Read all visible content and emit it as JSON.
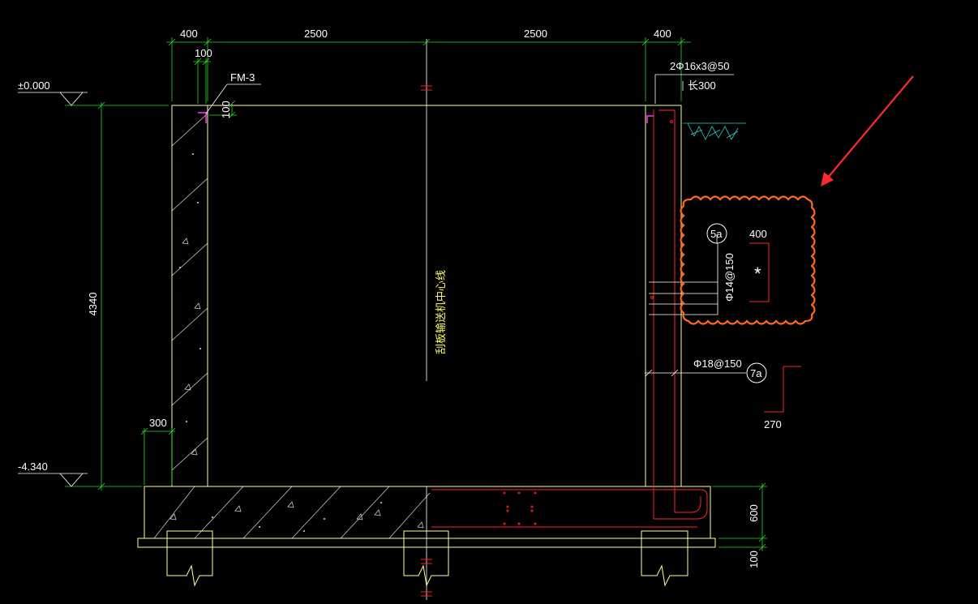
{
  "colors": {
    "background": "#000000",
    "dimension": "#22dd22",
    "wall": "#ffff99",
    "rebar": "#ff2222",
    "text": "#ffffff",
    "centerline_text": "#ffff66",
    "cloud": "#ff6a1a",
    "arrow": "#ff2a2a",
    "magenta": "#ff33ff",
    "cyan": "#33cccc"
  },
  "dimensions": {
    "top_left_wall": "400",
    "top_left_span": "2500",
    "top_right_span": "2500",
    "top_right_wall": "400",
    "fm_offset": "100",
    "fm_depth": "100",
    "left_height": "4340",
    "bottom_ledge": "300",
    "base_thickness": "600",
    "bedding": "100",
    "hook_length": "270",
    "detail_width": "400"
  },
  "labels": {
    "elev_top": "±0.000",
    "elev_bottom": "-4.340",
    "fm_label": "FM-3",
    "rebar_top": "2Φ16x3@50",
    "rebar_top_sub": "长300",
    "rebar_5a_spec": "Φ14@150",
    "rebar_5a_tag": "5a",
    "rebar_7a_spec": "Φ18@150",
    "rebar_7a_tag": "7a",
    "centerline": "刮板输送机中心线",
    "detail_mark": "*"
  }
}
